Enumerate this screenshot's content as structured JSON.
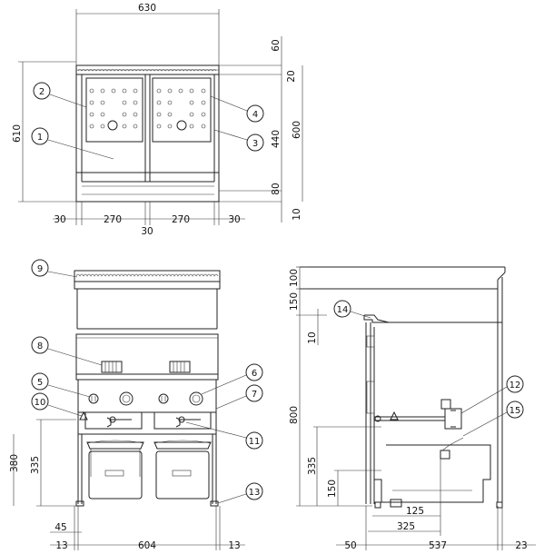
{
  "dimensions": {
    "top_width": "630",
    "top_offset_top": "60",
    "top_offset_2": "20",
    "overall_height": "610",
    "tank_height": "600",
    "basket_height": "440",
    "bottom_80": "80",
    "bottom_10": "10",
    "side_left_30": "30",
    "basket_270_a": "270",
    "basket_270_b": "270",
    "side_right_30": "30",
    "center_30": "30",
    "front_380": "380",
    "front_335": "335",
    "front_45": "45",
    "front_13_left": "13",
    "front_604": "604",
    "front_13_right": "13",
    "side_100": "100",
    "side_150_top": "150",
    "side_10": "10",
    "side_800": "800",
    "side_335": "335",
    "side_150_bottom": "150",
    "side_125": "125",
    "side_325": "325",
    "side_50": "50",
    "side_537": "537",
    "side_23": "23"
  },
  "callouts": [
    "1",
    "2",
    "3",
    "4",
    "5",
    "6",
    "7",
    "8",
    "9",
    "10",
    "11",
    "12",
    "13",
    "14",
    "15"
  ]
}
